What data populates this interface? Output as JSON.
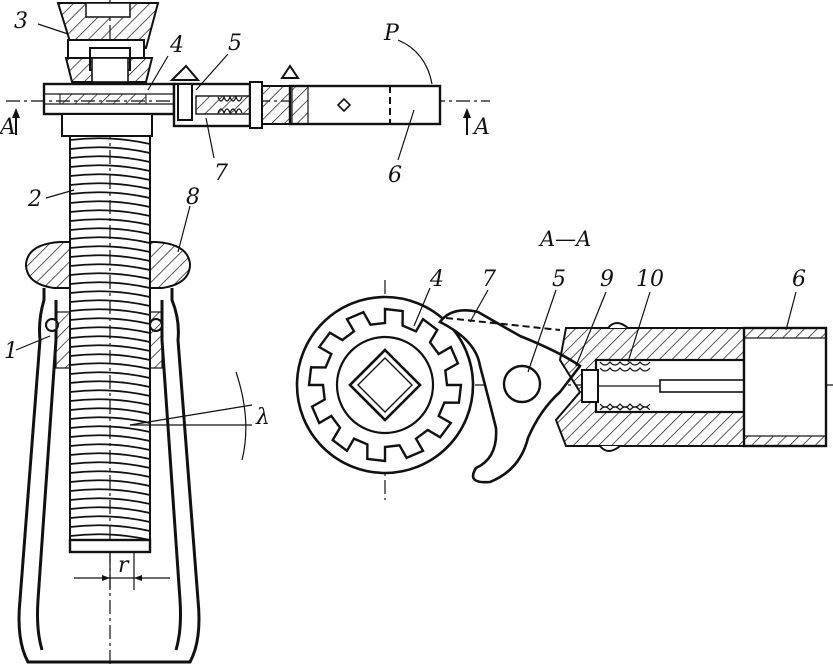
{
  "labels": {
    "l1": "1",
    "l2": "2",
    "l3": "3",
    "l4a": "4",
    "l5a": "5",
    "l6a": "6",
    "l7a": "7",
    "l8": "8",
    "lP": "P",
    "lAleft": "A",
    "lAright": "A",
    "lr": "r",
    "llambda": "λ",
    "section": "A—A",
    "l4b": "4",
    "l7b": "7",
    "l5b": "5",
    "l9": "9",
    "l10": "10",
    "l6b": "6"
  }
}
